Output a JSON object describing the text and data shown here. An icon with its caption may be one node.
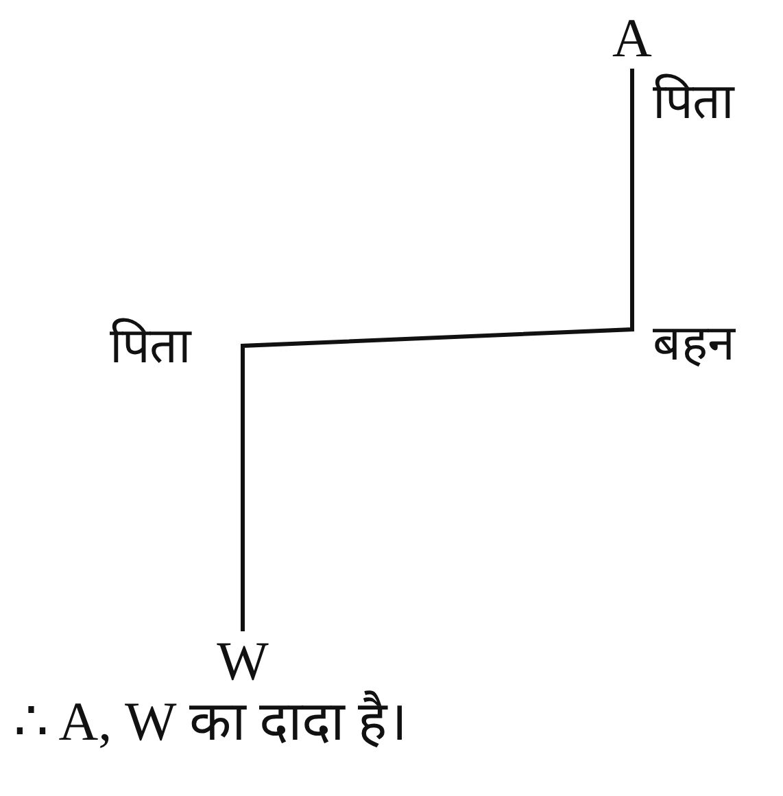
{
  "diagram": {
    "caption": "∴ A, W का दादा है।",
    "nodes": [
      {
        "text": [
          "A"
        ]
      },
      {
        "text": [
          "W"
        ]
      }
    ],
    "edges": [
      {
        "from": 0,
        "to": 1,
        "arrow": "none"
      }
    ],
    "labels": [
      "पिता",
      "बहन",
      "पिता"
    ]
  }
}
